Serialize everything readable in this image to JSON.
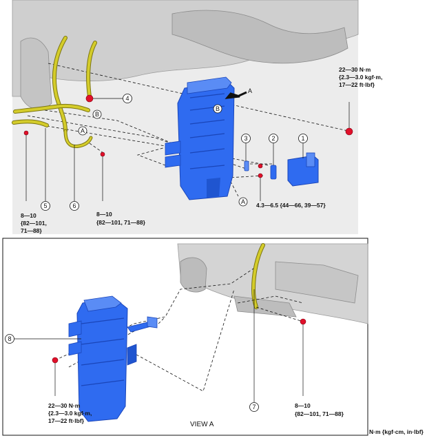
{
  "callouts": {
    "c1": "1",
    "c2": "2",
    "c3": "3",
    "c4": "4",
    "c5": "5",
    "c6": "6",
    "c7": "7",
    "c8": "8",
    "ref_a": "A",
    "ref_b": "B"
  },
  "arrow_view_label": "A",
  "torque": {
    "top_right": [
      "22—30 N·m",
      "{2.3—3.0 kgf·m,",
      "17—22 ft·lbf}"
    ],
    "left_bolt": [
      "8—10",
      "{82—101,",
      "71—88}"
    ],
    "mid_bolt": [
      "8—10",
      "{82—101, 71—88}"
    ],
    "nuts_23": "4.3—6.5 {44—66, 39—57}",
    "view_left": [
      "22—30 N·m",
      "{2.3—3.0 kgf·m,",
      "17—22 ft·lbf}"
    ],
    "view_right": [
      "8—10",
      "{82—101, 71—88}"
    ]
  },
  "view_title": "VIEW A",
  "units_note": "N·m {kgf·cm, in·lbf}",
  "colors": {
    "module_blue": "#2f6bf0",
    "module_dark": "#1a45b8",
    "harness_yellow": "#d4cc2a",
    "bolt_red": "#e0102a",
    "body_gray": "#d9d9d9"
  }
}
